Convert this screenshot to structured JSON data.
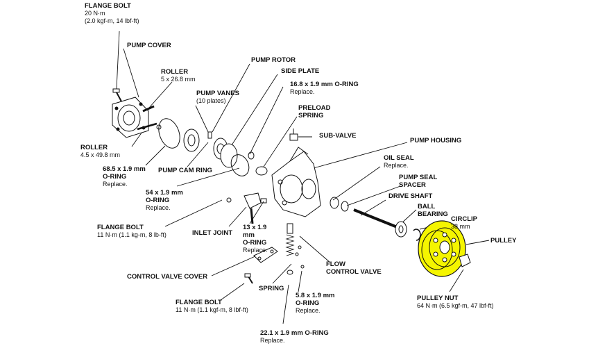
{
  "labels": {
    "flange_bolt_top": {
      "title": "FLANGE BOLT",
      "line1": "20 N·m",
      "line2": "(2.0 kgf-m, 14 lbf-ft)"
    },
    "pump_cover": {
      "title": "PUMP COVER"
    },
    "roller_small": {
      "title": "ROLLER",
      "line1": "5 x 26.8 mm"
    },
    "pump_rotor": {
      "title": "PUMP ROTOR"
    },
    "side_plate": {
      "title": "SIDE PLATE"
    },
    "pump_vanes": {
      "title": "PUMP VANES",
      "line1": "(10 plates)"
    },
    "oring_16": {
      "title": "16.8 x 1.9 mm O-RING",
      "line1": "Replace."
    },
    "preload_spring": {
      "title": "PRELOAD",
      "line1": "SPRING"
    },
    "sub_valve": {
      "title": "SUB-VALVE"
    },
    "pump_housing": {
      "title": "PUMP HOUSING"
    },
    "roller_large": {
      "title": "ROLLER",
      "line1": "4.5 x 49.8 mm"
    },
    "oring_68": {
      "title": "68.5 x 1.9 mm",
      "line1": "O-RING",
      "line2": "Replace."
    },
    "pump_cam_ring": {
      "title": "PUMP CAM RING"
    },
    "oil_seal": {
      "title": "OIL SEAL",
      "line1": "Replace."
    },
    "pump_seal_spacer": {
      "title": "PUMP SEAL",
      "line1": "SPACER"
    },
    "oring_54": {
      "title": "54 x 1.9 mm",
      "line1": "O-RING",
      "line2": "Replace."
    },
    "drive_shaft": {
      "title": "DRIVE SHAFT"
    },
    "ball_bearing": {
      "title": "BALL",
      "line1": "BEARING"
    },
    "circlip": {
      "title": "CIRCLIP",
      "line1": "38 mm"
    },
    "flange_bolt_mid": {
      "title": "FLANGE BOLT",
      "line1": "11 N·m (1.1 kg-m, 8 lb-ft)"
    },
    "inlet_joint": {
      "title": "INLET JOINT"
    },
    "oring_13": {
      "title": "13 x 1.9",
      "line1": "mm",
      "line2": "O-RING",
      "line3": "Replace."
    },
    "pulley": {
      "title": "PULLEY"
    },
    "flow_control_valve": {
      "title": "FLOW",
      "line1": "CONTROL VALVE"
    },
    "control_valve_cover": {
      "title": "CONTROL VALVE COVER"
    },
    "spring": {
      "title": "SPRING"
    },
    "oring_5_8": {
      "title": "5.8 x 1.9 mm",
      "line1": "O-RING",
      "line2": "Replace."
    },
    "pulley_nut": {
      "title": "PULLEY NUT",
      "line1": "64 N·m (6.5 kgf-m, 47 lbf-ft)"
    },
    "flange_bolt_bottom": {
      "title": "FLANGE BOLT",
      "line1": "11 N·m (1.1 kgf-m, 8 lbf-ft)"
    },
    "oring_22": {
      "title": "22.1 x 1.9 mm O-RING",
      "line1": "Replace."
    }
  },
  "colors": {
    "highlight": "#f5f500",
    "ink": "#111111",
    "paper": "#ffffff"
  }
}
